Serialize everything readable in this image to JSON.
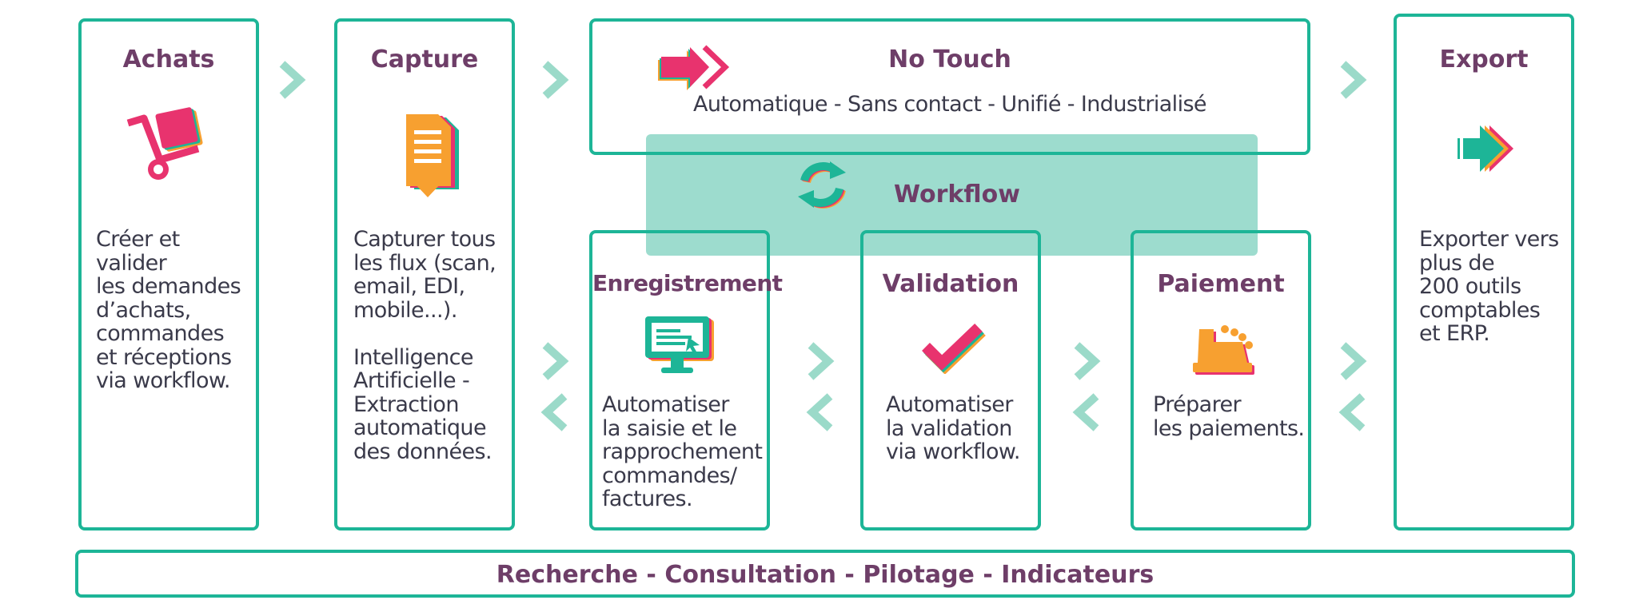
{
  "colors": {
    "accent": "#1db597",
    "title": "#6e3e68",
    "text": "#3a3a4a",
    "pink": "#e8336e",
    "orange": "#f7a030",
    "band": "#9bdac9"
  },
  "achats": {
    "title": "Achats",
    "desc": "Créer et valider\nles demandes\nd’achats,\ncommandes\net réceptions\nvia workflow.",
    "icon": "cart-icon"
  },
  "capture": {
    "title": "Capture",
    "desc": "Capturer tous\nles flux (scan,\nemail, EDI,\nmobile...).\n\nIntelligence\nArtificielle -\nExtraction\nautomatique\ndes données.",
    "icon": "document-download-icon"
  },
  "notouch": {
    "title": "No Touch",
    "subtitle": "Automatique - Sans contact - Unifié - Industrialisé",
    "icon": "double-arrow-icon"
  },
  "workflow": {
    "label": "Workflow",
    "icon": "refresh-icon"
  },
  "enregistrement": {
    "title": "Enregistrement",
    "desc": "Automatiser\nla saisie et le\nrapprochement\ncommandes/\nfactures.",
    "icon": "monitor-icon"
  },
  "validation": {
    "title": "Validation",
    "desc": "Automatiser\nla validation\nvia workflow.",
    "icon": "checkmark-icon"
  },
  "paiement": {
    "title": "Paiement",
    "desc": "Préparer\nles paiements.",
    "icon": "cash-register-icon"
  },
  "export": {
    "title": "Export",
    "desc": "Exporter vers\nplus de\n200 outils\ncomptables\net ERP.",
    "icon": "arrow-right-icon"
  },
  "footer": {
    "label": "Recherche - Consultation - Pilotage - Indicateurs"
  }
}
